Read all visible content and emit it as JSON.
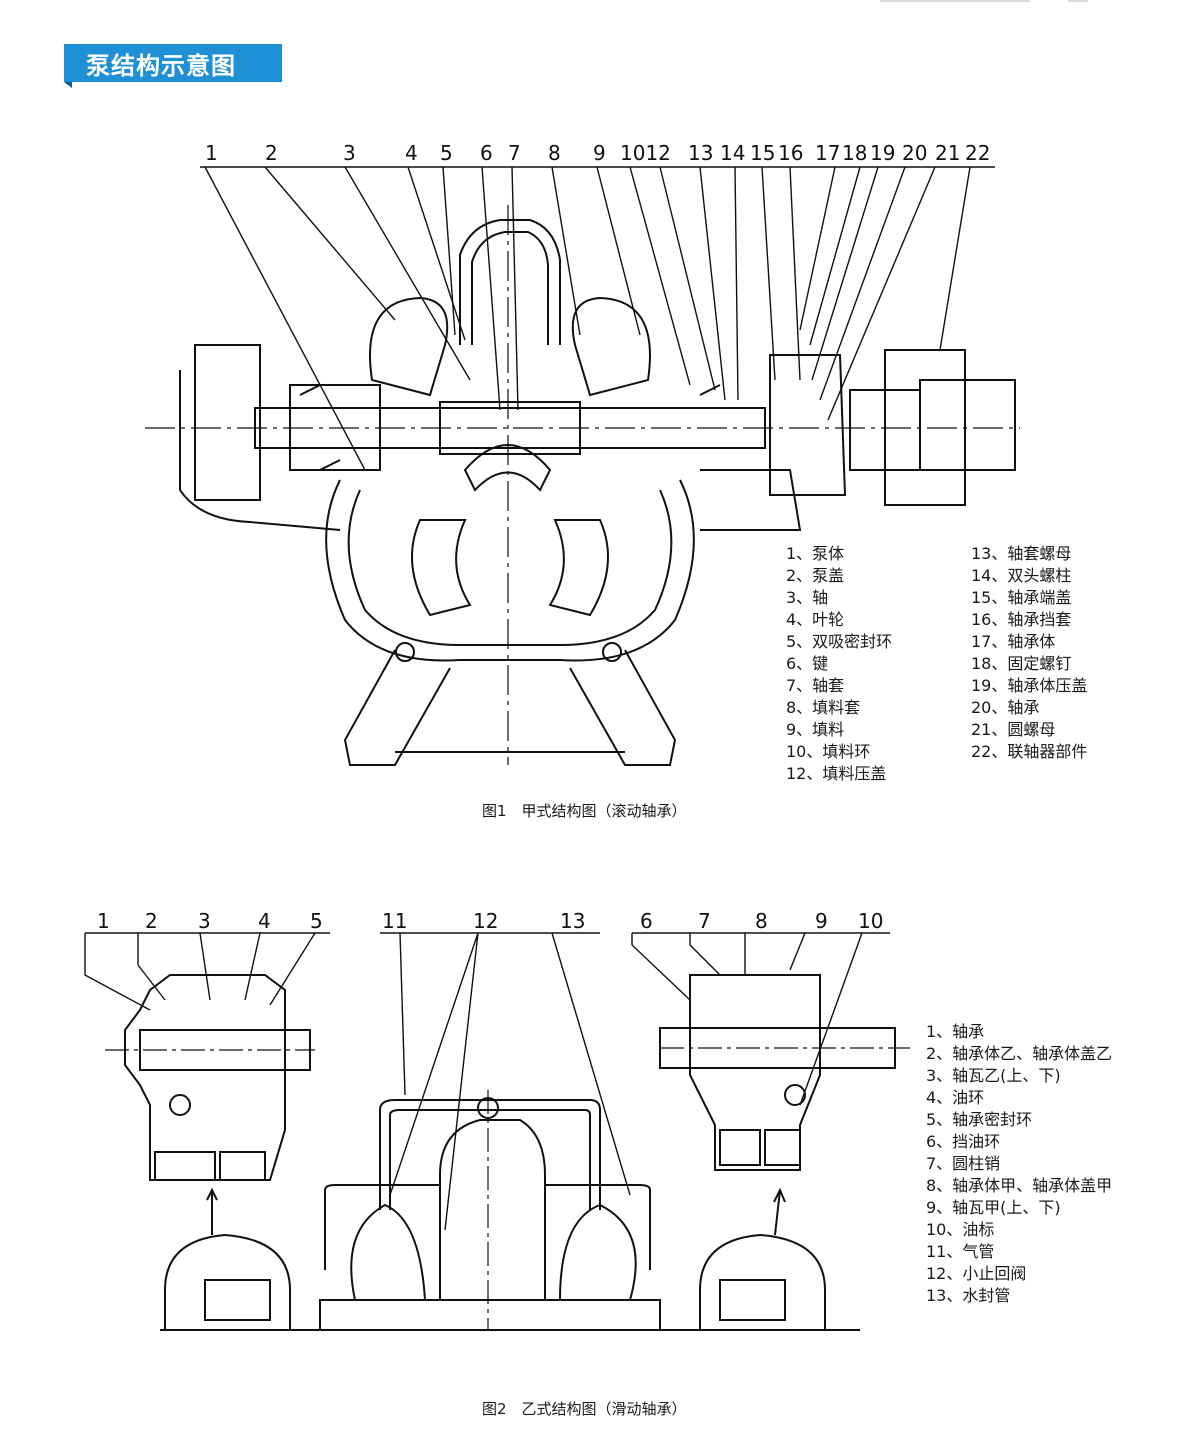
{
  "header": {
    "title": "泵结构示意图"
  },
  "figure1": {
    "callout_numbers": [
      "1",
      "2",
      "3",
      "4",
      "5",
      "6",
      "7",
      "8",
      "9",
      "1012",
      "13",
      "14",
      "15",
      "16",
      "17",
      "18",
      "19",
      "20",
      "21",
      "22"
    ],
    "legend_left": [
      "1、泵体",
      "2、泵盖",
      "3、轴",
      "4、叶轮",
      "5、双吸密封环",
      "6、键",
      "7、轴套",
      "8、填料套",
      "9、填料",
      "10、填料环",
      "12、填料压盖"
    ],
    "legend_right": [
      "13、轴套螺母",
      "14、双头螺柱",
      "15、轴承端盖",
      "16、轴承挡套",
      "17、轴承体",
      "18、固定螺钉",
      "19、轴承体压盖",
      "20、轴承",
      "21、圆螺母",
      "22、联轴器部件"
    ],
    "caption": "图1　甲式结构图（滚动轴承）"
  },
  "figure2": {
    "callout_numbers": [
      "1",
      "2",
      "3",
      "4",
      "5",
      "11",
      "12",
      "13",
      "6",
      "7",
      "8",
      "9",
      "10"
    ],
    "legend": [
      "1、轴承",
      "2、轴承体乙、轴承体盖乙",
      "3、轴瓦乙(上、下)",
      "4、油环",
      "5、轴承密封环",
      "6、挡油环",
      "7、圆柱销",
      "8、轴承体甲、轴承体盖甲",
      "9、轴瓦甲(上、下)",
      "10、油标",
      "11、气管",
      "12、小止回阀",
      "13、水封管"
    ],
    "caption": "图2　乙式结构图（滑动轴承）"
  },
  "colors": {
    "accent": "#1f8fd6",
    "line": "#1a1a1a"
  }
}
